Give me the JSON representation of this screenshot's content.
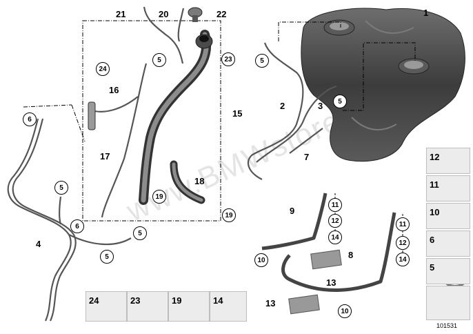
{
  "watermark": "www.BMWstore.pl",
  "image_id": "101531",
  "labels": {
    "l1": "1",
    "l2": "2",
    "l3": "3",
    "l4": "4",
    "l7": "7",
    "l8": "8",
    "l9": "9",
    "l13a": "13",
    "l13b": "13",
    "l15": "15",
    "l16": "16",
    "l17": "17",
    "l18": "18",
    "l20": "20",
    "l21": "21",
    "l22": "22"
  },
  "circles": {
    "c5a": "5",
    "c5b": "5",
    "c5c": "5",
    "c5d": "5",
    "c5e": "5",
    "c5f": "5",
    "c6a": "6",
    "c6b": "6",
    "c10a": "10",
    "c10b": "10",
    "c11a": "11",
    "c11b": "11",
    "c12a": "12",
    "c12b": "12",
    "c14a": "14",
    "c14b": "14",
    "c19a": "19",
    "c19b": "19",
    "c23": "23",
    "c24": "24"
  },
  "side_panel": [
    "12",
    "11",
    "10",
    "6",
    "5"
  ],
  "bottom_panel": [
    "24",
    "23",
    "19",
    "14"
  ]
}
